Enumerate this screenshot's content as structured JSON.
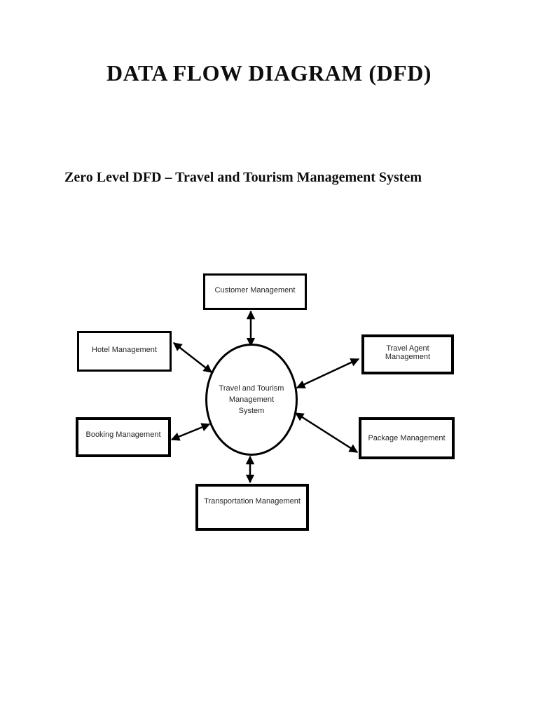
{
  "page": {
    "title": "DATA FLOW DIAGRAM (DFD)",
    "heading": "Zero Level DFD – Travel and Tourism Management System",
    "background_color": "#ffffff"
  },
  "diagram": {
    "type": "zero-level-data-flow-diagram",
    "ink_color": "#000000",
    "label_color": "#262626",
    "center_process": {
      "label": "Travel and Tourism\nManagement\nSystem",
      "shape": "ellipse"
    },
    "entities": [
      {
        "label": "Customer Management",
        "position": "top"
      },
      {
        "label": "Hotel Management",
        "position": "upper-left"
      },
      {
        "label": "Travel Agent Management",
        "position": "upper-right"
      },
      {
        "label": "Booking Management",
        "position": "lower-left"
      },
      {
        "label": "Package Management",
        "position": "lower-right"
      },
      {
        "label": "Transportation Management",
        "position": "bottom"
      }
    ],
    "arrows": [
      {
        "from": "Customer Management",
        "to": "Travel and Tourism Management System",
        "bidirectional": true
      },
      {
        "from": "Hotel Management",
        "to": "Travel and Tourism Management System",
        "bidirectional": true
      },
      {
        "from": "Travel Agent Management",
        "to": "Travel and Tourism Management System",
        "bidirectional": true
      },
      {
        "from": "Booking Management",
        "to": "Travel and Tourism Management System",
        "bidirectional": true
      },
      {
        "from": "Package Management",
        "to": "Travel and Tourism Management System",
        "bidirectional": true
      },
      {
        "from": "Transportation Management",
        "to": "Travel and Tourism Management System",
        "bidirectional": true
      }
    ]
  }
}
